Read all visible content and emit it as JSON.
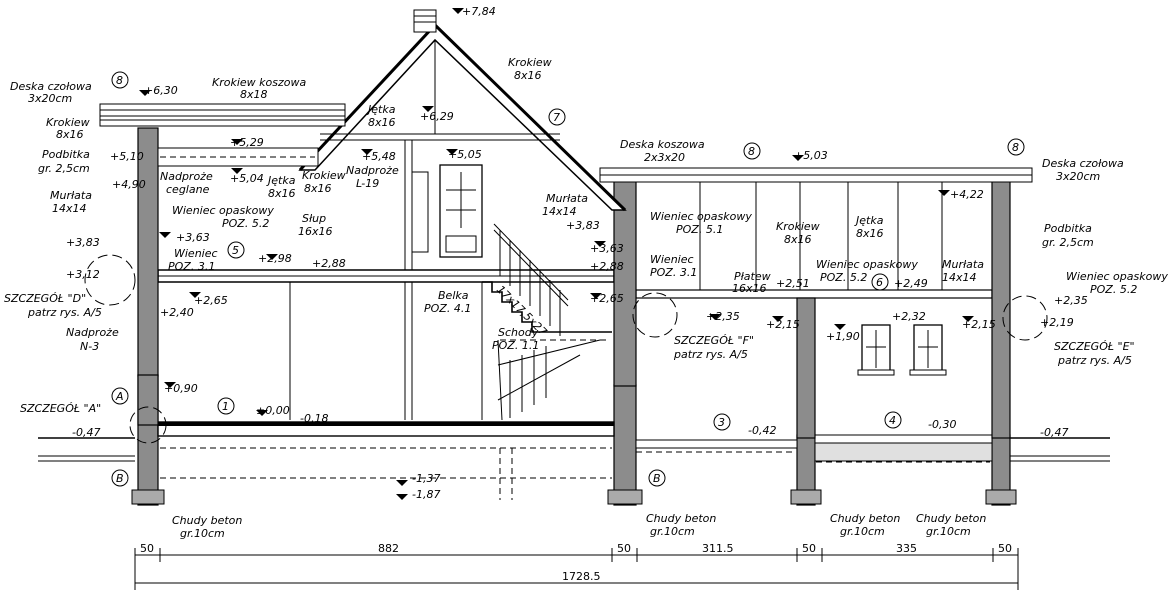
{
  "labels": {
    "deska_czolowa_l": "Deska czołowa",
    "deska_czolowa_l2": "3x20cm",
    "krokiew_l": "Krokiew",
    "krokiew_l2": "8x16",
    "podbitka_l": "Podbitka",
    "podbitka_l2": "gr. 2,5cm",
    "murlata_l": "Murłata",
    "murlata_l2": "14x14",
    "krokiew_koszowa": "Krokiew koszowa",
    "krokiew_koszowa2": "8x18",
    "krokiew_top": "Krokiew",
    "krokiew_top2": "8x16",
    "jetka_1": "Jętka",
    "jetka_1b": "8x16",
    "jetka_2": "Jętka",
    "jetka_2b": "8x16",
    "krokiew_mid": "Krokiew",
    "krokiew_mid2": "8x16",
    "nadproze_l19": "Nadproże",
    "nadproze_l19b": "L-19",
    "nadproze_ceglane": "Nadproże",
    "nadproze_ceglane2": "ceglane",
    "wieniec_52": "Wieniec opaskowy",
    "wieniec_52b": "POZ. 5.2",
    "slup": "Słup",
    "slup2": "16x16",
    "wieniec_31": "Wieniec",
    "wieniec_31b": "POZ. 3.1",
    "szczegol_d": "SZCZEGÓŁ \"D\"",
    "szczegol_d2": "patrz rys. A/5",
    "nadproze_n3": "Nadproże",
    "nadproze_n3b": "N-3",
    "szczegol_a": "SZCZEGÓŁ \"A\"",
    "belka": "Belka",
    "belka2": "POZ. 4.1",
    "stairs_dim": "17x17,5x27",
    "schody": "Schody",
    "schody2": "POZ. 1.1",
    "deska_koszowa": "Deska koszowa",
    "deska_koszowa2": "2x3x20",
    "murlata_m": "Murłata",
    "murlata_m2": "14x14",
    "wieniec_51": "Wieniec opaskowy",
    "wieniec_51b": "POZ. 5.1",
    "wieniec_31r": "Wieniec",
    "wieniec_31rb": "POZ. 3.1",
    "szczegol_f": "SZCZEGÓŁ \"F\"",
    "szczegol_f2": "patrz rys. A/5",
    "krokiew_r": "Krokiew",
    "krokiew_r2": "8x16",
    "jetka_r": "Jętka",
    "jetka_r2": "8x16",
    "platew": "Płatew",
    "platew2": "16x16",
    "wieniec_52r": "Wieniec opaskowy",
    "wieniec_52rb": "POZ. 5.2",
    "murlata_r": "Murłata",
    "murlata_r2": "14x14",
    "deska_czolowa_r": "Deska czołowa",
    "deska_czolowa_r2": "3x20cm",
    "podbitka_r": "Podbitka",
    "podbitka_r2": "gr. 2,5cm",
    "wieniec_52e": "Wieniec opaskowy",
    "wieniec_52eb": "POZ. 5.2",
    "szczegol_e": "SZCZEGÓŁ \"E\"",
    "szczegol_e2": "patrz rys. A/5",
    "chudy_1": "Chudy beton",
    "chudy_1b": "gr.10cm",
    "chudy_2": "Chudy beton",
    "chudy_2b": "gr.10cm",
    "chudy_3": "Chudy beton",
    "chudy_3b": "gr.10cm",
    "chudy_4": "Chudy beton",
    "chudy_4b": "gr.10cm"
  },
  "levels": {
    "l784": "+7,84",
    "l630": "+6,30",
    "l629": "+6,29",
    "l529": "+5,29",
    "l510": "+5,10",
    "l548": "+5,48",
    "l505": "+5,05",
    "l503": "+5,03",
    "l504": "+5,04",
    "l490": "+4,90",
    "l422": "+4,22",
    "l383l": "+3,83",
    "l383m": "+3,83",
    "l363l": "+3,63",
    "l363m": "+3,63",
    "l312": "+3,12",
    "l298": "+2,98",
    "l288l": "+2,88",
    "l288m": "+2,88",
    "l265l": "+2,65",
    "l265m": "+2,65",
    "l251": "+2,51",
    "l249": "+2,49",
    "l240": "+2,40",
    "l235m": "+2,35",
    "l235r": "+2,35",
    "l232": "+2,32",
    "l219": "+2,19",
    "l215a": "+2,15",
    "l215b": "+2,15",
    "l190": "+1,90",
    "l090": "+0,90",
    "l000": "±0,00",
    "l018": "-0,18",
    "l042": "-0,42",
    "l030": "-0,30",
    "l047l": "-0,47",
    "l047r": "-0,47",
    "l137": "-1,37",
    "l187": "-1,87"
  },
  "markers": {
    "m8a": "8",
    "m8b": "8",
    "m8c": "8",
    "m7": "7",
    "m5": "5",
    "m6": "6",
    "m1": "1",
    "m3": "3",
    "m4": "4",
    "mA": "A",
    "mB1": "B",
    "mB2": "B"
  },
  "dimensions": {
    "d1": "50",
    "d2": "882",
    "d3": "50",
    "d4": "311.5",
    "d5": "50",
    "d6": "335",
    "d7": "50",
    "total": "1728.5"
  }
}
